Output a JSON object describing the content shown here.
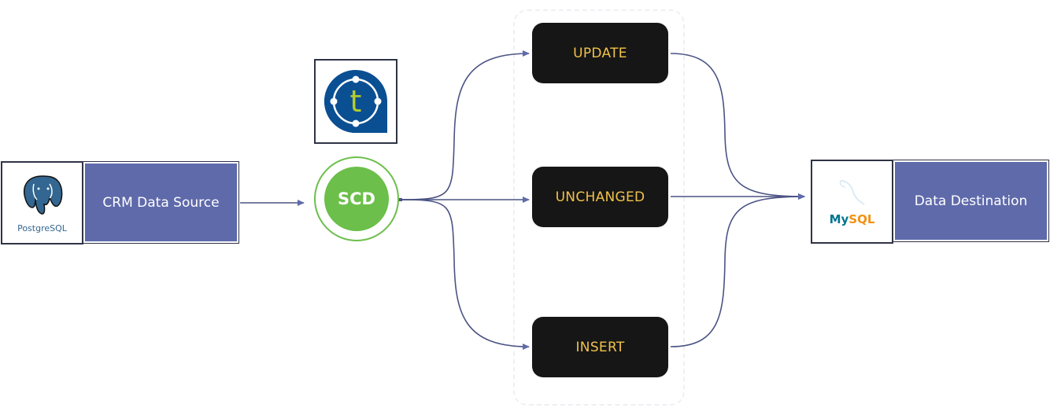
{
  "diagram": {
    "source": {
      "logo_name": "PostgreSQL",
      "label": "CRM Data Source"
    },
    "tool_logo": {
      "letter": "t"
    },
    "scd_node": {
      "label": "SCD"
    },
    "branches": [
      {
        "label": "UPDATE"
      },
      {
        "label": "UNCHANGED"
      },
      {
        "label": "INSERT"
      }
    ],
    "destination": {
      "logo_name_part1": "My",
      "logo_name_part2": "SQL",
      "label": "Data Destination"
    },
    "colors": {
      "box_fill": "#5f6aab",
      "connector": "#4b5384",
      "scd_green": "#6cbf4a",
      "step_bg": "#161616",
      "step_text": "#f1c24a",
      "tool_blue": "#0b4f93",
      "tool_letter": "#b5cc2a"
    }
  }
}
